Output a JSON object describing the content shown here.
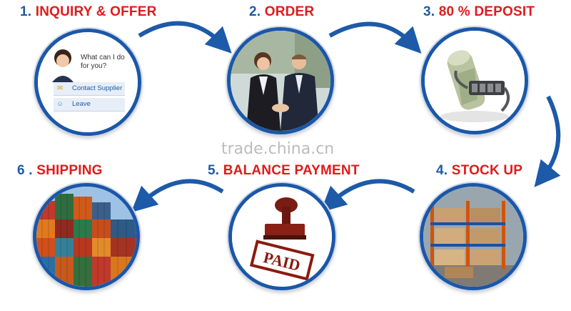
{
  "steps": [
    {
      "num": "1.",
      "label": "INQUIRY & OFFER",
      "image": "customer-service-chat"
    },
    {
      "num": "2.",
      "label": "ORDER",
      "image": "business-handshake"
    },
    {
      "num": "3.",
      "label": "80 % DEPOSIT",
      "image": "locked-money-roll"
    },
    {
      "num": "4.",
      "label": "STOCK UP",
      "image": "warehouse-shelves"
    },
    {
      "num": "5.",
      "label": "BALANCE PAYMENT",
      "image": "paid-stamp"
    },
    {
      "num": "6 .",
      "label": "SHIPPING",
      "image": "shipping-containers"
    }
  ],
  "chat": {
    "prompt": "What can I do for you?",
    "contact_label": "Contact Supplier",
    "leave_label": "Leave"
  },
  "stamp_text": "PAID",
  "watermark": "trade.china.cn",
  "colors": {
    "number": "#1f5aa6",
    "label": "#e01b1b",
    "ring": "#1b57a8",
    "arrow": "#1d5aa8"
  }
}
